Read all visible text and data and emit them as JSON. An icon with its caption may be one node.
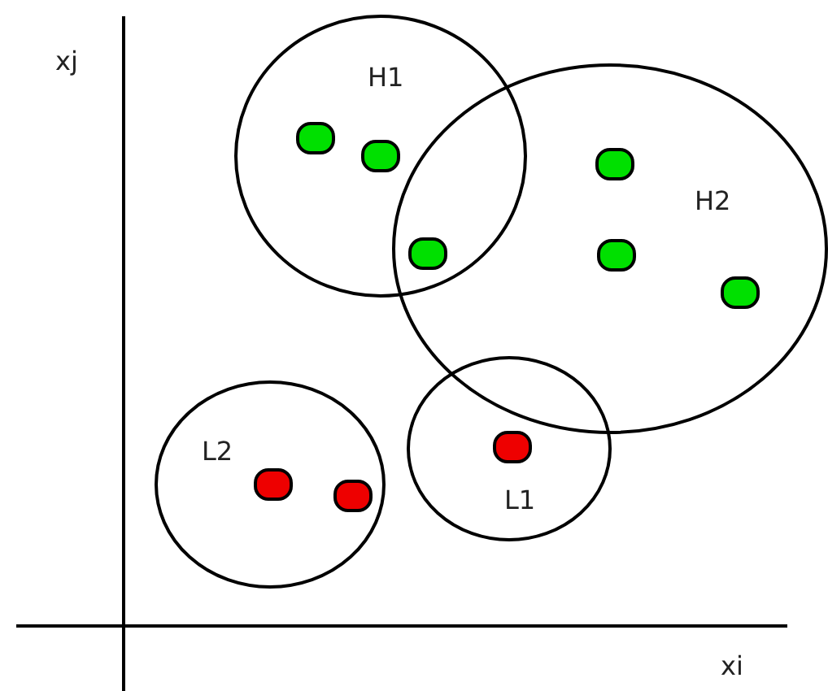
{
  "diagram": {
    "nodes": [
      {
        "text": [
          "H1"
        ]
      },
      {
        "text": [
          "H2"
        ]
      },
      {
        "text": [
          "L1"
        ]
      },
      {
        "text": [
          "L2"
        ]
      }
    ],
    "labels": [
      "xj",
      "xi"
    ]
  }
}
